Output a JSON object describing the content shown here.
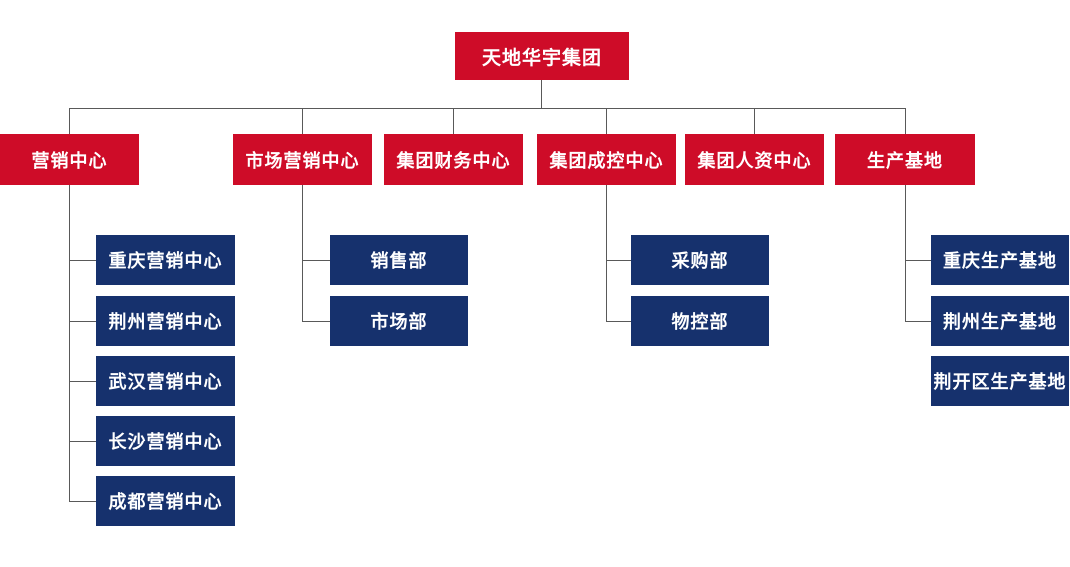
{
  "colors": {
    "primary_red": "#CE0C28",
    "secondary_blue": "#16316D",
    "connector_gray": "#595959",
    "text": "#FFFFFF",
    "background": "#FFFFFF"
  },
  "org": {
    "root": "天地华宇集团",
    "departments": [
      {
        "label": "营销中心",
        "children": [
          "重庆营销中心",
          "荆州营销中心",
          "武汉营销中心",
          "长沙营销中心",
          "成都营销中心"
        ]
      },
      {
        "label": "市场营销中心",
        "children": [
          "销售部",
          "市场部"
        ]
      },
      {
        "label": "集团财务中心",
        "children": []
      },
      {
        "label": "集团成控中心",
        "children": [
          "采购部",
          "物控部"
        ]
      },
      {
        "label": "集团人资中心",
        "children": []
      },
      {
        "label": "生产基地",
        "children": [
          "重庆生产基地",
          "荆州生产基地",
          "荆开区生产基地"
        ]
      }
    ]
  }
}
